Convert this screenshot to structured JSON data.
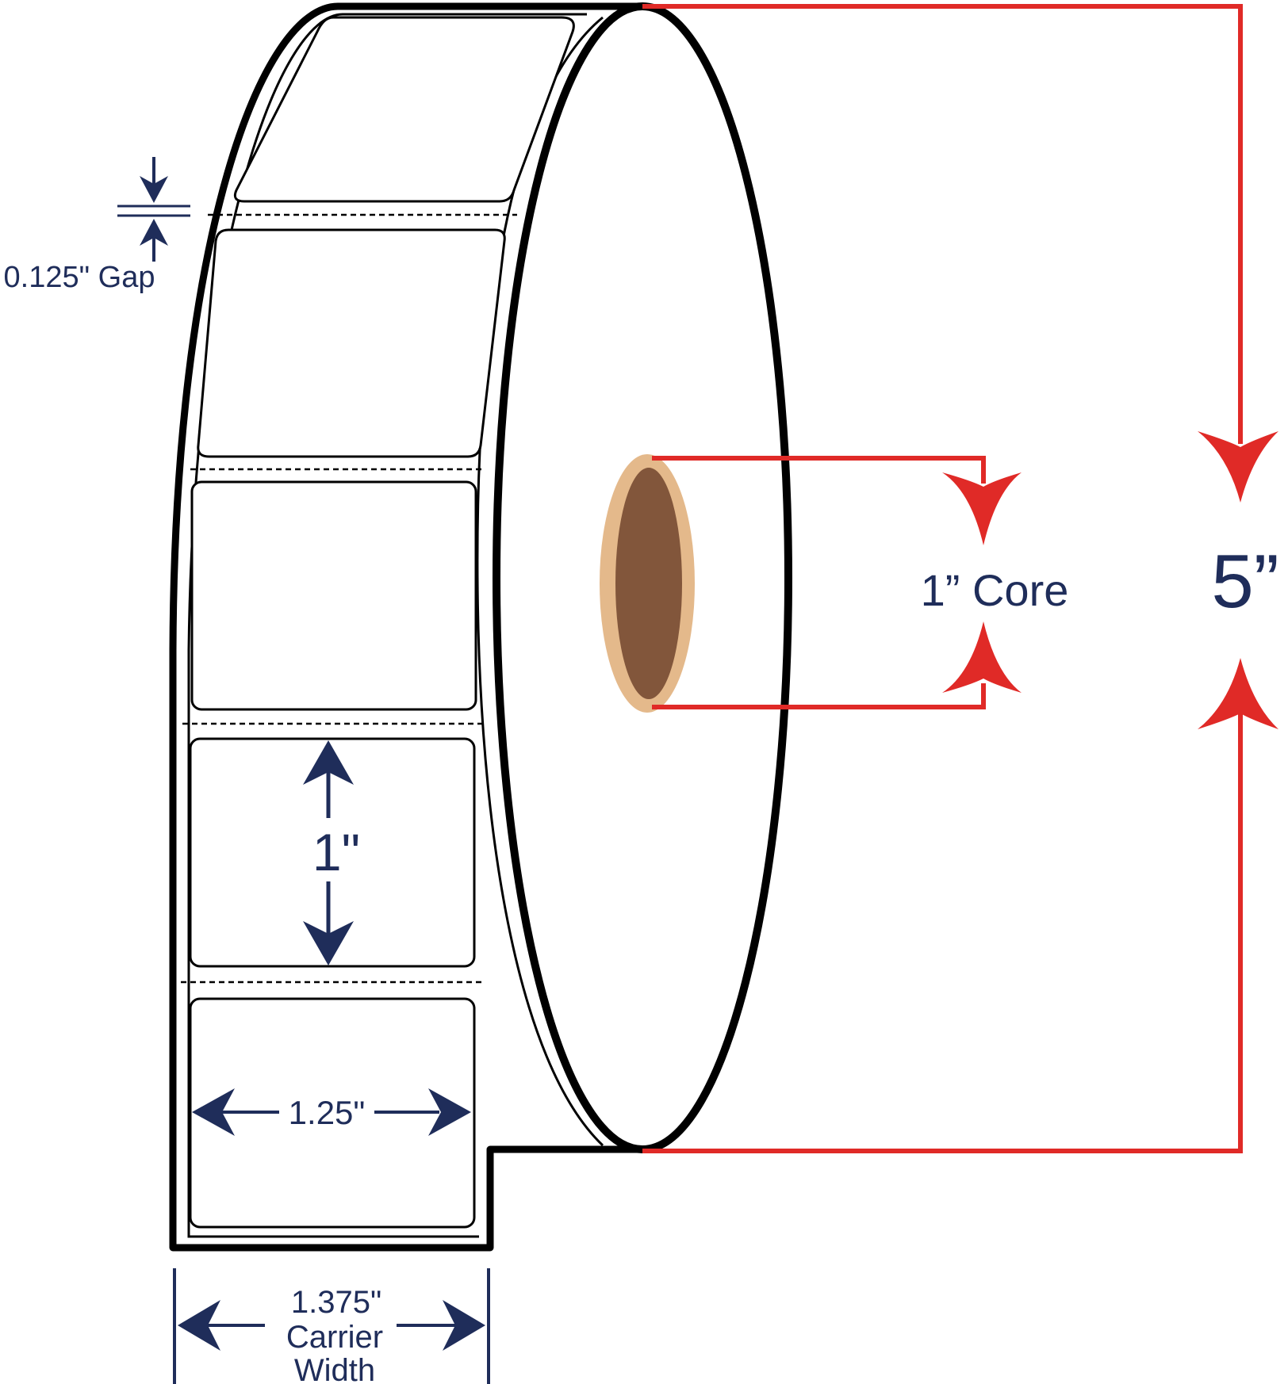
{
  "labels": {
    "gap": "0.125\" Gap",
    "label_length": "1\"",
    "label_width": "1.25\"",
    "carrier_width_value": "1.375\"",
    "carrier_width_line1": "Carrier",
    "carrier_width_line2": "Width",
    "core": "1” Core",
    "outer_diameter": "5”"
  },
  "colors": {
    "outline": "#000000",
    "dimension_navy": "#1f2d5a",
    "dimension_red": "#e02a27",
    "core_outer": "#e4b98b",
    "core_inner": "#82563b",
    "background": "#ffffff"
  }
}
